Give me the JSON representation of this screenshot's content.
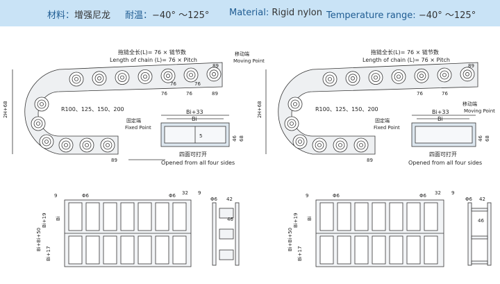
{
  "header": {
    "material_cn_label": "材料：",
    "material_cn_value": "增强尼龙",
    "temp_cn_label": "耐温：",
    "temp_cn_value": "−40° ～125°",
    "material_en_label": "Material:",
    "material_en_value": "Rigid nylon",
    "temp_en_label": "Temperature range:",
    "temp_en_value": "−40° ～125°"
  },
  "side_view": {
    "length_cn": "拖链全长(L)= 76 × 链节数",
    "length_en": "Length of chain (L)= 76 × Pitch",
    "moving_cn": "移动端",
    "moving_en": "Moving Point",
    "fixed_cn": "固定端",
    "fixed_en": "Fixed Point",
    "radius": "R100、125、150、200",
    "height": "2H+68",
    "pitch": "76",
    "end": "89"
  },
  "section_left": {
    "top": "Bi+33",
    "inner": "Bi",
    "gap": "5",
    "h1": "46",
    "h2": "68"
  },
  "section_right": {
    "top": "Bi+33",
    "inner": "Bi",
    "h1": "46",
    "h2": "68"
  },
  "opened_cn": "四面可打开",
  "opened_en": "Opened from all four sides",
  "plan": {
    "d9": "9",
    "phi": "Φ6",
    "d32": "32",
    "bi19": "Bi+19",
    "bi": "Bi",
    "bibi50": "Bi+Bi+50",
    "bi17": "Bi+17"
  },
  "link_detail": {
    "phi": "Φ6",
    "w": "42",
    "h": "46"
  }
}
